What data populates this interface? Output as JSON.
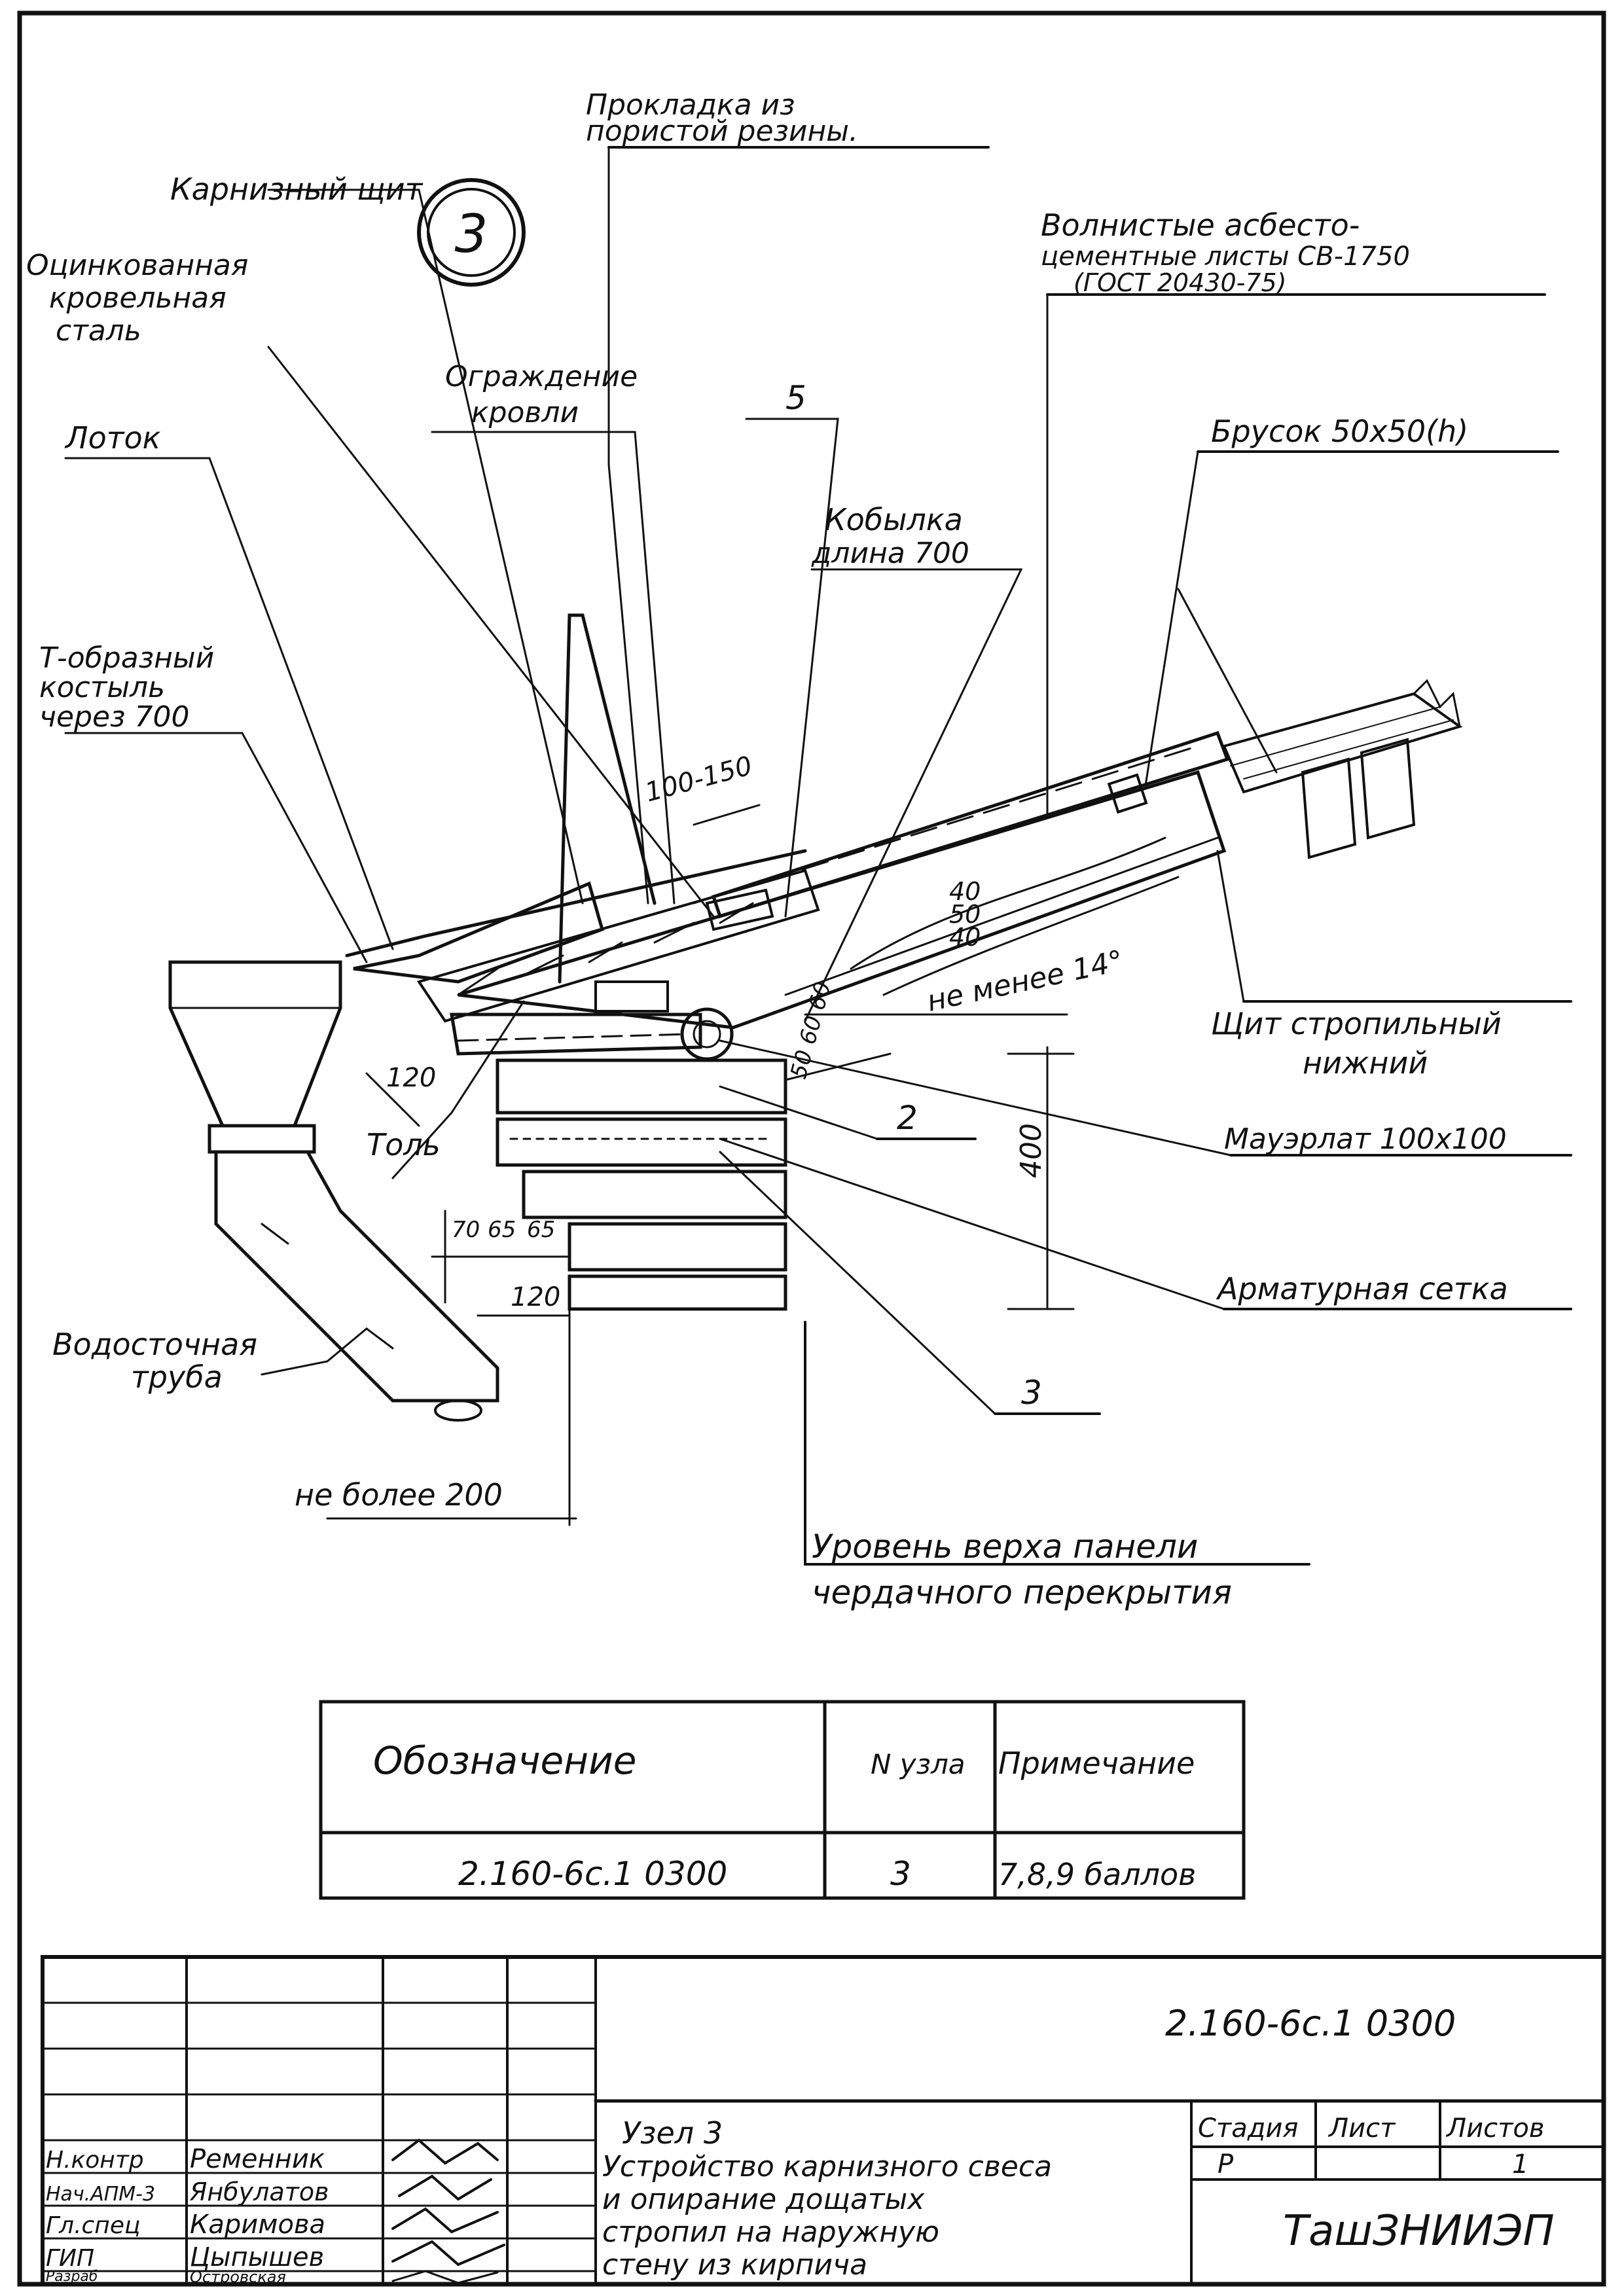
{
  "node_marker": "3",
  "callouts": {
    "gasket": [
      "Прокладка из",
      "пористой резины."
    ],
    "eaves_board": "Карнизный щит",
    "galvanized": [
      "Оцинкованная",
      "кровельная",
      "сталь"
    ],
    "asbestos": [
      "Волнистые асбесто-",
      "цементные листы СВ-1750",
      "(ГОСТ 20430-75)"
    ],
    "roof_fence": [
      "Ограждение",
      "кровли"
    ],
    "mark5": "5",
    "tray": "Лоток",
    "bar": "Брусок 50х50(h)",
    "saddle": [
      "Кобылка",
      "длина 700"
    ],
    "hook": [
      "Т-образный",
      "костыль",
      "через 700"
    ],
    "angle": "не менее 14°",
    "rafter_board": [
      "Щит стропильный",
      "нижний"
    ],
    "mauerlat": "Мауэрлат 100х100",
    "mark2": "2",
    "roofing_felt": "Толь",
    "rebar_mesh": "Арматурная сетка",
    "mark3": "3",
    "downpipe": [
      "Водосточная",
      "труба"
    ],
    "level": [
      "Уровень верха панели",
      "чердачного перекрытия"
    ]
  },
  "dimensions": {
    "d100_150": "100-150",
    "d40a": "40",
    "d50": "50",
    "d40b": "40",
    "d120a": "120",
    "d50_60_60": "50 60 60",
    "d400": "400",
    "d70": "70",
    "d65a": "65",
    "d65b": "65",
    "d120b": "120",
    "d200": "не более 200"
  },
  "spec_table": {
    "headers": [
      "Обозначение",
      "N узла",
      "Примечание"
    ],
    "row": [
      "2.160-6с.1 0300",
      "3",
      "7,8,9 баллов"
    ]
  },
  "title_block": {
    "doc_code": "2.160-6с.1 0300",
    "roles": [
      "Н.контр",
      "Нач.АПМ-3",
      "Гл.спец",
      "ГИП",
      "Разраб"
    ],
    "names": [
      "Ременник",
      "Янбулатов",
      "Каримова",
      "Цыпышев",
      "Островская"
    ],
    "title_lines": [
      "Узел 3",
      "Устройство карнизного свеса",
      "и опирание дощатых",
      "стропил на наружную",
      "стену из кирпича"
    ],
    "stage_header": "Стадия",
    "sheet_header": "Лист",
    "sheets_header": "Листов",
    "stage": "Р",
    "sheet": "",
    "sheets": "1",
    "org": "ТашЗНИИЭП"
  }
}
